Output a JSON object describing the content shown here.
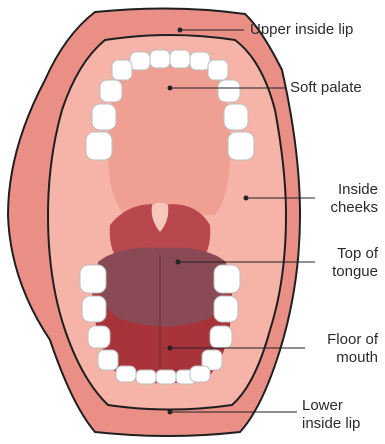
{
  "diagram": {
    "labels": {
      "upper_inside_lip": "Upper inside lip",
      "soft_palate": "Soft palate",
      "inside_cheeks_line1": "Inside",
      "inside_cheeks_line2": "cheeks",
      "top_of_tongue_line1": "Top of",
      "top_of_tongue_line2": "tongue",
      "floor_of_mouth_line1": "Floor of",
      "floor_of_mouth_line2": "mouth",
      "lower_inside_lip_line1": "Lower",
      "lower_inside_lip_line2": "inside lip"
    },
    "colors": {
      "lip": "#e98f86",
      "lip_dark": "#d86c66",
      "mouth_lining": "#f6b3a7",
      "palate": "#f0a092",
      "throat": "#b9484e",
      "tongue": "#8a4a55",
      "floor": "#a8333b",
      "teeth": "#ffffff",
      "outline": "#1f1f1f"
    }
  }
}
